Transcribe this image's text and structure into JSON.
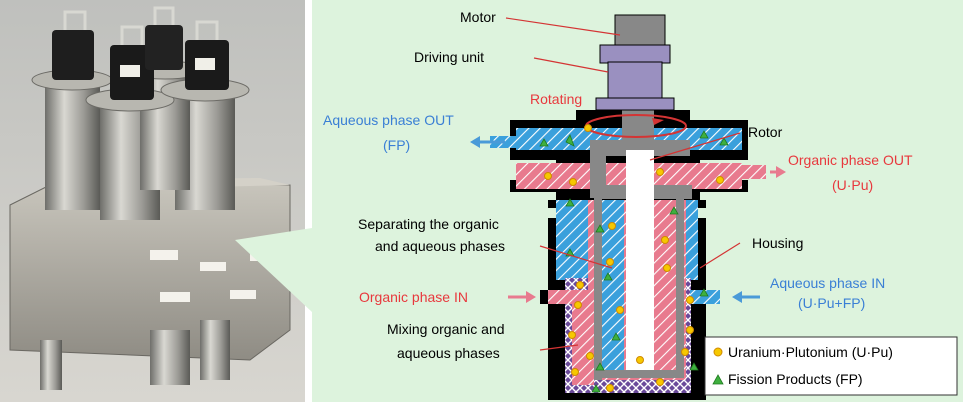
{
  "labels": {
    "motor": "Motor",
    "driving_unit": "Driving unit",
    "rotating": "Rotating",
    "rotor": "Rotor",
    "aqueous_out_1": "Aqueous phase OUT",
    "aqueous_out_2": "(FP)",
    "organic_out_1": "Organic phase OUT",
    "organic_out_2": "(U·Pu)",
    "separating_1": "Separating the organic",
    "separating_2": "and aqueous phases",
    "housing": "Housing",
    "aqueous_in_1": "Aqueous phase IN",
    "aqueous_in_2": "(U·Pu+FP)",
    "organic_in": "Organic phase IN",
    "mixing_1": "Mixing organic and",
    "mixing_2": "aqueous phases"
  },
  "legend": {
    "uranium": "Uranium·Plutonium (U·Pu)",
    "fission": "Fission Products (FP)"
  },
  "colors": {
    "panel_bg": "#ddf3dd",
    "aqueous_blue": "#3aa0dc",
    "organic_pink": "#e87a8e",
    "mixing_purple": "#6a4a9a",
    "motor_grey": "#888888",
    "driving_lavender": "#9a90c0",
    "label_red": "#e8383d",
    "label_blue": "#3a7fd5",
    "uranium_dot": "#f6c800",
    "fission_triangle": "#3fb03f"
  }
}
